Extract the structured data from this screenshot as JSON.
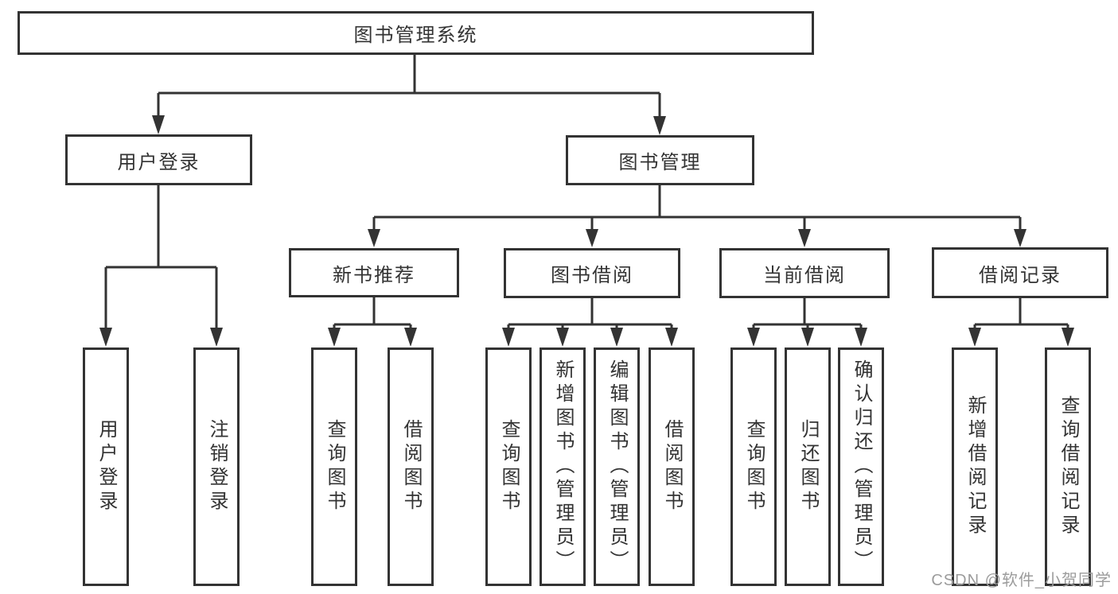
{
  "tree": {
    "root": "图书管理系统",
    "l2": [
      {
        "label": "用户登录"
      },
      {
        "label": "图书管理"
      }
    ],
    "l3": [
      {
        "label": "新书推荐"
      },
      {
        "label": "图书借阅"
      },
      {
        "label": "当前借阅"
      },
      {
        "label": "借阅记录"
      }
    ],
    "leaves": [
      "用户登录",
      "注销登录",
      "查询图书",
      "借阅图书",
      "查询图书",
      "新增图书（管理员）",
      "编辑图书（管理员）",
      "借阅图书",
      "查询图书",
      "归还图书",
      "确认归还（管理员）",
      "新增借阅记录",
      "查询借阅记录"
    ]
  },
  "watermark": {
    "text": "CSDN @软件_小贺同学",
    "color": "#9c9c9c"
  },
  "colors": {
    "line": "#333333",
    "text": "#333333",
    "background": "#ffffff"
  }
}
